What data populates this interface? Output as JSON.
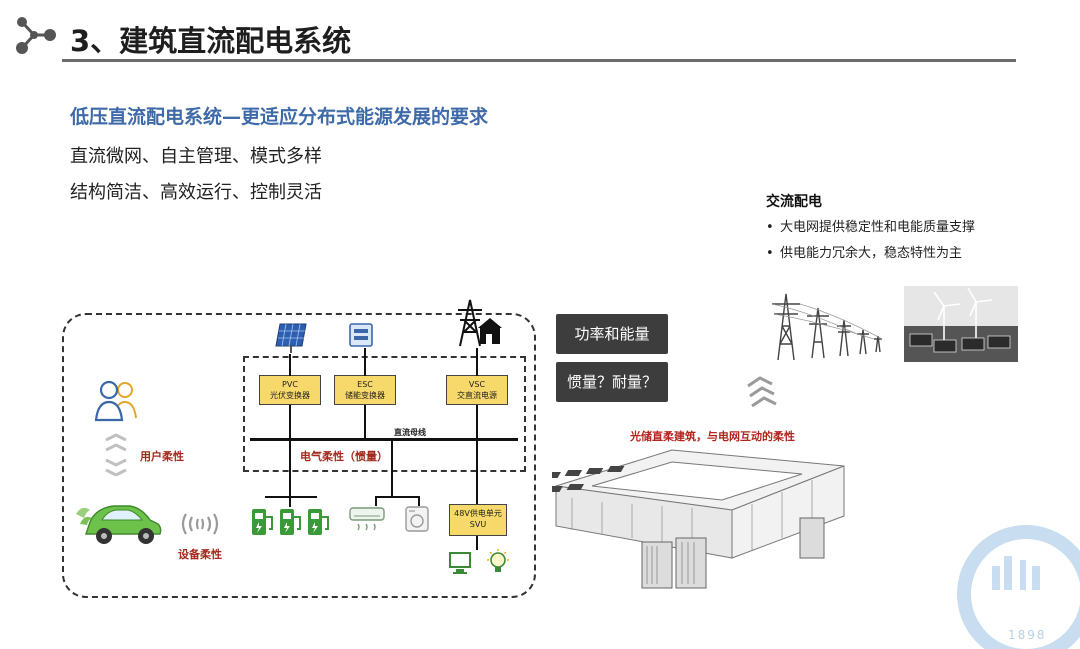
{
  "header": {
    "title": "3、建筑直流配电系统"
  },
  "intro": {
    "subtitle": "低压直流配电系统—更适应分布式能源发展的要求",
    "line1": "直流微网、自主管理、模式多样",
    "line2": "结构简洁、高效运行、控制灵活"
  },
  "ac": {
    "heading": "交流配电",
    "bullets": [
      "大电网提供稳定性和电能质量支撑",
      "供电能力冗余大，稳态特性为主"
    ],
    "bullet_glyph": "•"
  },
  "diagram": {
    "converters": [
      {
        "code": "PVC",
        "name": "光伏变换器"
      },
      {
        "code": "ESC",
        "name": "储能变换器"
      },
      {
        "code": "VSC",
        "name": "交直流电源"
      }
    ],
    "bus_label": "直流母线",
    "electric_flex": "电气柔性（惯量）",
    "user_flex": "用户柔性",
    "device_flex": "设备柔性",
    "svu": {
      "line1": "48V供电单元",
      "line2": "SVU"
    }
  },
  "buttons": {
    "power_energy": "功率和能量",
    "inertia": "惯量？耐量？"
  },
  "building": {
    "caption": "光储直柔建筑，与电网互动的柔性"
  },
  "watermark": {
    "year": "1898"
  },
  "colors": {
    "title_rule": "#6b6b6b",
    "subtitle_blue": "#3f6aa8",
    "converter_yellow": "#f7d96b",
    "label_red": "#a42a1e",
    "charger_green": "#3a9a3a",
    "button_dark": "#3d3d3d",
    "watermark_blue": "#c9ddf0"
  }
}
